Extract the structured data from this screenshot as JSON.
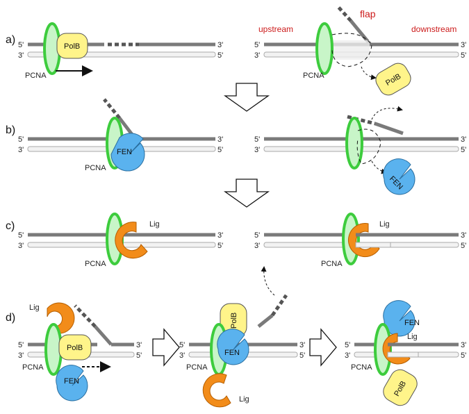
{
  "panels": {
    "a": "a)",
    "b": "b)",
    "c": "c)",
    "d": "d)"
  },
  "strand_ends": {
    "five": "5'",
    "three": "3'"
  },
  "proteins": {
    "pcna": "PCNA",
    "polb": "PolB",
    "fen": "FEN",
    "lig": "Lig"
  },
  "annotations": {
    "flap": "flap",
    "upstream": "upstream",
    "downstream": "downstream"
  },
  "colors": {
    "dna_dark": "#7a7a7a",
    "dna_light": "#f2f2f2",
    "pcna": "#3dcc3d",
    "pcna_light": "#c8f5c8",
    "polb": "#fff48a",
    "fen": "#5ab2ee",
    "lig": "#f28c1a",
    "annotation_red": "#cc1a1a"
  }
}
